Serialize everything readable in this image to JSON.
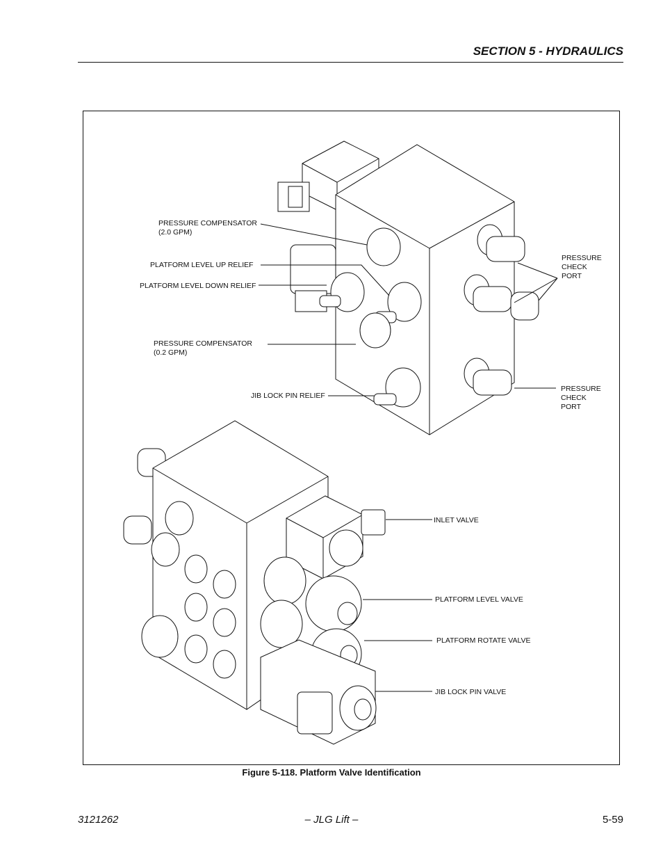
{
  "header": {
    "section": "SECTION 5 - HYDRAULICS"
  },
  "figure": {
    "caption": "Figure 5-118.  Platform Valve Identification",
    "labels": {
      "pc20_a": "PRESSURE COMPENSATOR",
      "pc20_b": "(2.0 GPM)",
      "pl_up": "PLATFORM LEVEL UP RELIEF",
      "pl_down": "PLATFORM LEVEL DOWN RELIEF",
      "pc02_a": "PRESSURE COMPENSATOR",
      "pc02_b": "(0.2 GPM)",
      "jib_relief": "JIB LOCK PIN RELIEF",
      "pcp1_a": "PRESSURE",
      "pcp1_b": "CHECK",
      "pcp1_c": "PORT",
      "pcp2_a": "PRESSURE",
      "pcp2_b": "CHECK",
      "pcp2_c": "PORT",
      "inlet": "INLET VALVE",
      "pl_valve": "PLATFORM LEVEL VALVE",
      "pr_valve": "PLATFORM ROTATE VALVE",
      "jib_valve": "JIB LOCK PIN  VALVE"
    }
  },
  "footer": {
    "doc_number": "3121262",
    "center": "– JLG Lift –",
    "page": "5-59"
  }
}
